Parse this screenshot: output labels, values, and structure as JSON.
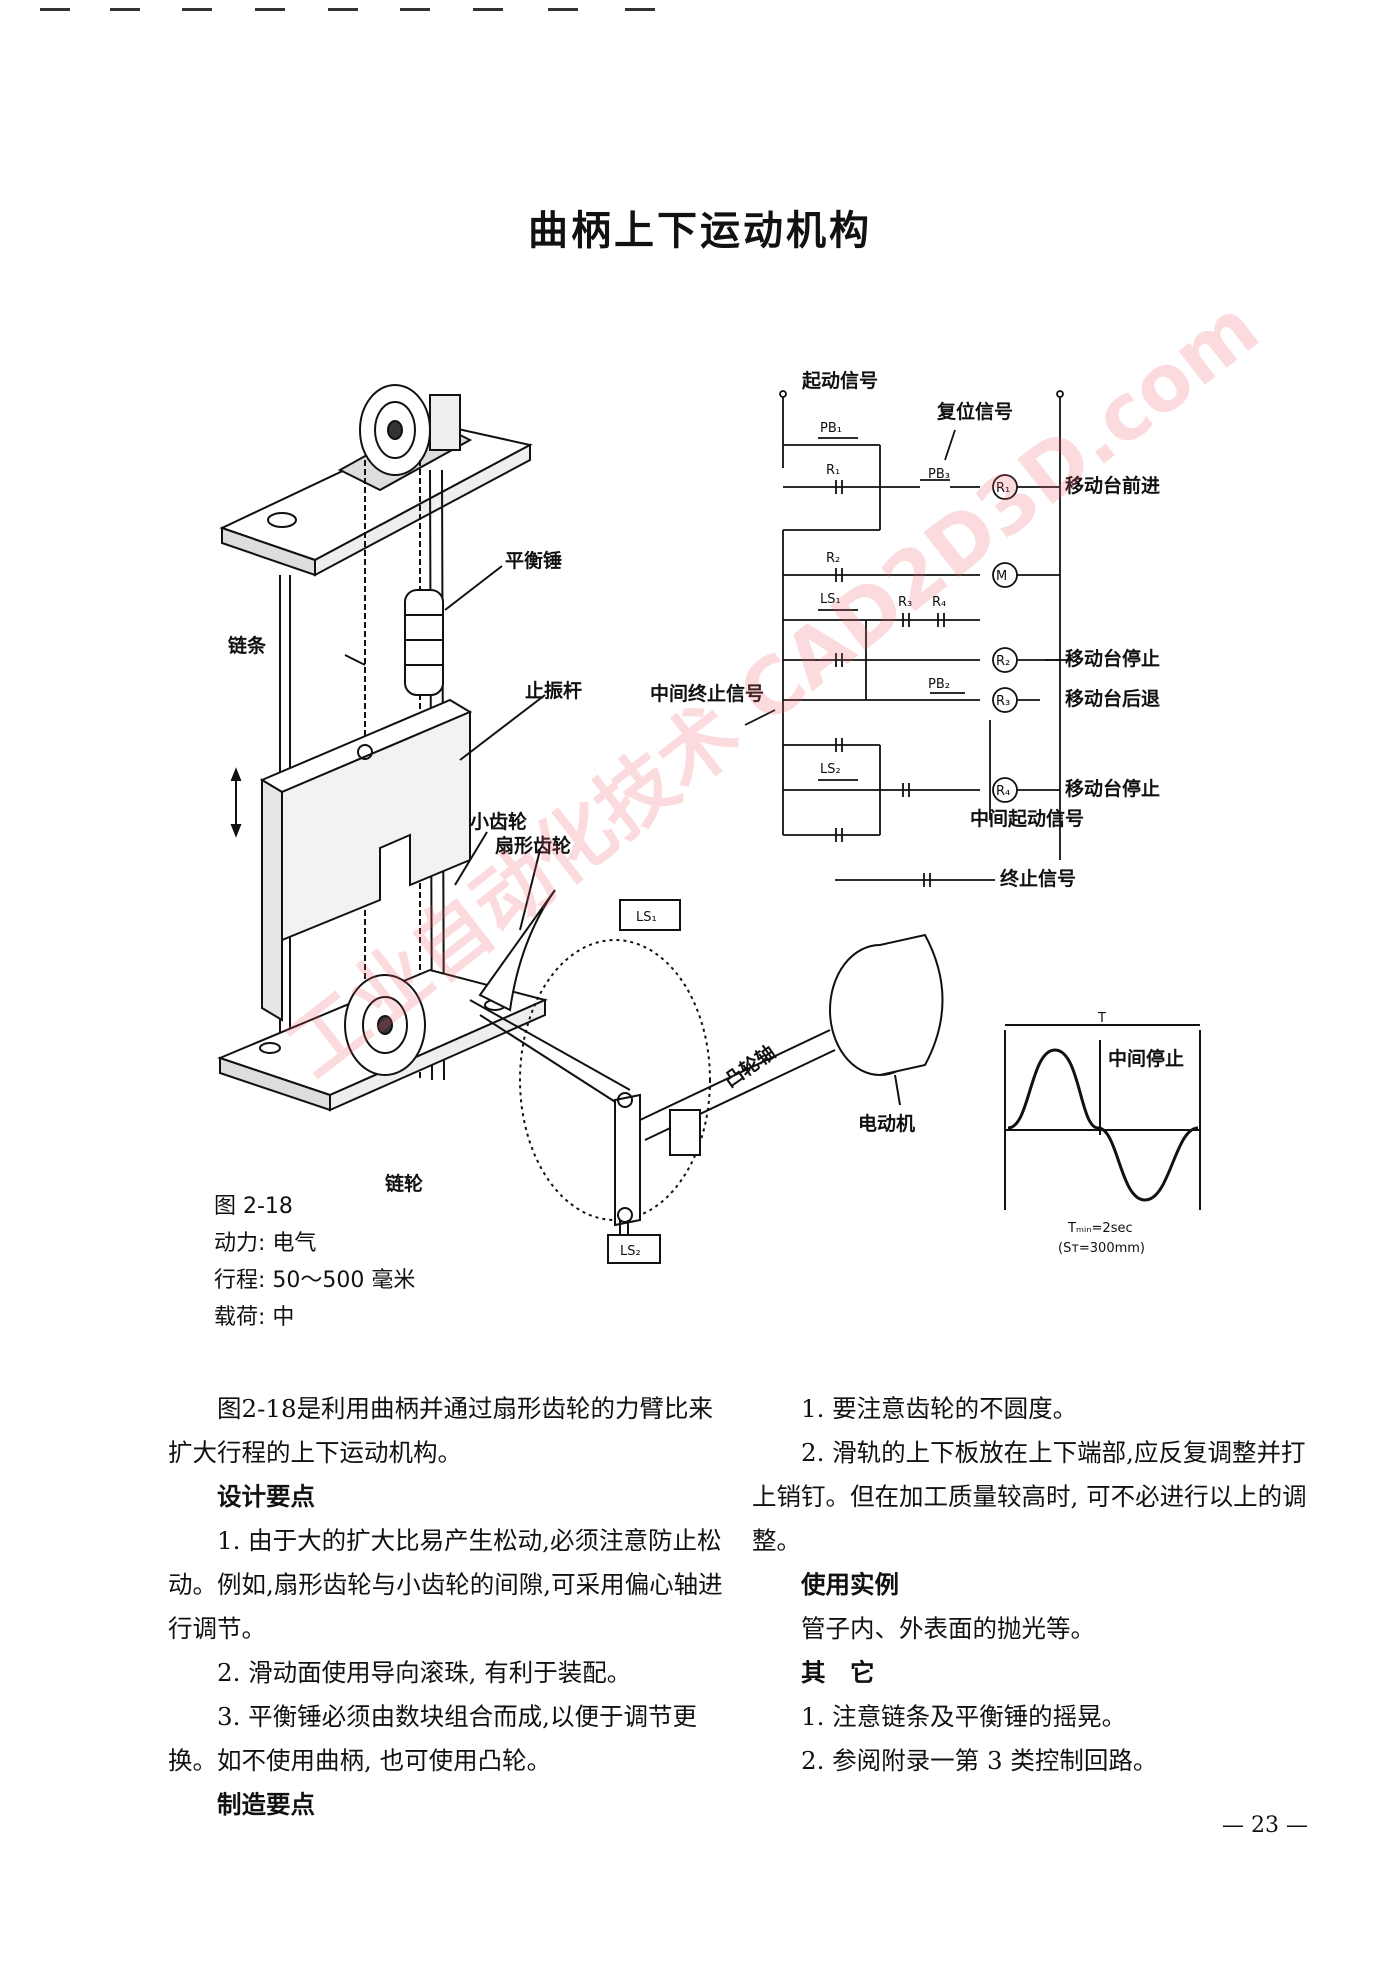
{
  "title": "曲柄上下运动机构",
  "figure": {
    "labels": {
      "balance_weight": "平衡锤",
      "chain": "链条",
      "anti_vibration_rod": "止振杆",
      "small_gear": "小齿轮",
      "sector_gear": "扇形齿轮",
      "sprocket": "链轮",
      "cam_shaft": "凸轮轴",
      "motor": "电动机",
      "ls1": "LS₁",
      "ls2": "LS₂"
    },
    "circuit": {
      "start_signal": "起动信号",
      "reset_signal": "复位信号",
      "mid_stop_signal": "中间终止信号",
      "mid_start_signal": "中间起动信号",
      "end_signal": "终止信号",
      "table_forward": "移动台前进",
      "table_stop_1": "移动台停止",
      "table_back": "移动台后退",
      "table_stop_2": "移动台停止",
      "pb1": "PB₁",
      "pb2": "PB₂",
      "pb3": "PB₃",
      "r1": "R₁",
      "r2": "R₂",
      "r3": "R₃",
      "r4": "R₄",
      "m": "M",
      "ls1": "LS₁",
      "ls2": "LS₂"
    },
    "waveform": {
      "t_label": "T",
      "mid_stop": "中间停止",
      "tmin": "Tₘᵢₙ=2sec",
      "st": "(Sᴛ=300mm)"
    },
    "caption": {
      "fig_no": "图 2-18",
      "power": "动力: 电气",
      "stroke": "行程: 50～500 毫米",
      "load": "载荷: 中"
    }
  },
  "body": {
    "left": {
      "intro": "图2-18是利用曲柄并通过扇形齿轮的力臂比来扩大行程的上下运动机构。",
      "design_heading": "设计要点",
      "d1": "1. 由于大的扩大比易产生松动,必须注意防止松动。例如,扇形齿轮与小齿轮的间隙,可采用偏心轴进行调节。",
      "d2": "2. 滑动面使用导向滚珠, 有利于装配。",
      "d3": "3. 平衡锤必须由数块组合而成,以便于调节更换。如不使用曲柄, 也可使用凸轮。",
      "mfg_heading": "制造要点"
    },
    "right": {
      "m1": "1. 要注意齿轮的不圆度。",
      "m2": "2. 滑轨的上下板放在上下端部,应反复调整并打上销钉。但在加工质量较高时, 可不必进行以上的调整。",
      "use_heading": "使用实例",
      "use_text": "管子内、外表面的抛光等。",
      "other_heading": "其　它",
      "o1": "1. 注意链条及平衡锤的摇晃。",
      "o2": "2. 参阅附录一第 3 类控制回路。"
    }
  },
  "page_number": "— 23 —",
  "watermark": "工业自动化技术 CAD2D3D.com"
}
